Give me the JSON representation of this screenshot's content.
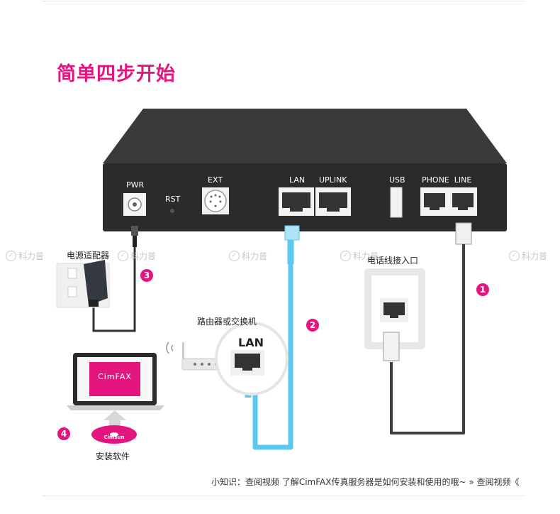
{
  "heading": "简单四步开始",
  "ports": {
    "pwr": "PWR",
    "rst": "RST",
    "ext": "EXT",
    "lan": "LAN",
    "uplink": "UPLINK",
    "usb": "USB",
    "phone_line": "PHONE  LINE"
  },
  "labels": {
    "adapter": "电源适配器",
    "phone_jack": "电话线接入口",
    "router": "路由器或交换机",
    "router_lan": "LAN",
    "software": "安装软件",
    "screen_brand": "CimFAX",
    "cd_brand": "Cimsun"
  },
  "steps": [
    "1",
    "2",
    "3",
    "4"
  ],
  "watermark": "科力普",
  "footer": "小知识：查阅视频 了解CimFAX传真服务器是如何安装和使用的哦~ » 查阅视频《",
  "colors": {
    "accent": "#e3157f",
    "device": "#2d2d2d",
    "lan_cable": "#5cc8ef",
    "phone_cable": "#3a3f44"
  },
  "icons": [
    "router-icon",
    "wifi-icon",
    "laptop-icon",
    "cd-icon",
    "power-adapter-icon",
    "wall-socket-icon",
    "upload-arrow-icon"
  ]
}
